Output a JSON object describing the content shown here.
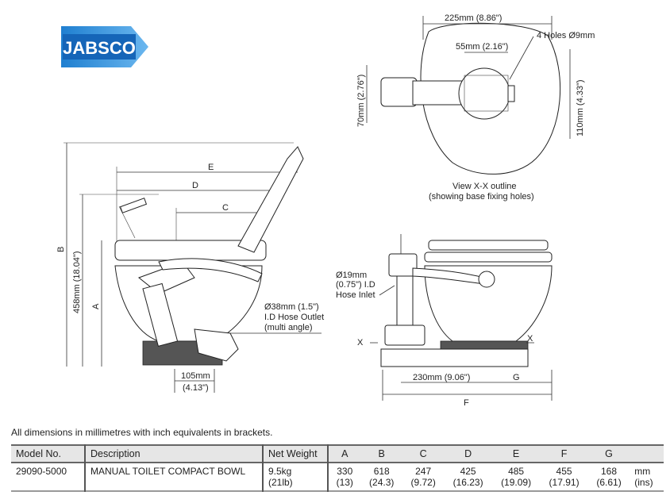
{
  "logo": {
    "text": "JABSCO",
    "color": "#1a6fc0"
  },
  "top_view": {
    "width_dim": "225mm (8.86\")",
    "holes": "4 Holes Ø9mm",
    "inner_dim": "55mm (2.16\")",
    "left_dim": "70mm (2.76\")",
    "right_dim": "110mm (4.33\")",
    "caption_1": "View X-X outline",
    "caption_2": "(showing base fixing holes)"
  },
  "side_view": {
    "E": "E",
    "D": "D",
    "C": "C",
    "B": "B",
    "A": "A",
    "height_dim": "458mm (18.04\")",
    "outlet_1": "Ø38mm (1.5\")",
    "outlet_2": "I.D Hose Outlet",
    "outlet_3": "(multi angle)",
    "base_1": "105mm",
    "base_2": "(4.13\")"
  },
  "front_view": {
    "inlet_1": "Ø19mm",
    "inlet_2": "(0.75\") I.D",
    "inlet_3": "Hose Inlet",
    "x_left": "X",
    "x_right": "X",
    "base_dim": "230mm (9.06\")",
    "G": "G",
    "F": "F"
  },
  "note": "All dimensions in millimetres with inch equivalents in brackets.",
  "table": {
    "headers": [
      "Model No.",
      "Description",
      "Net Weight",
      "A",
      "B",
      "C",
      "D",
      "E",
      "F",
      "G"
    ],
    "row": {
      "model": "29090-5000",
      "description": "MANUAL TOILET COMPACT BOWL",
      "weight_1": "9.5kg",
      "weight_2": "(21lb)",
      "mm": [
        "330",
        "618",
        "247",
        "425",
        "485",
        "455",
        "168"
      ],
      "ins": [
        "(13)",
        "(24.3)",
        "(9.72)",
        "(16.23)",
        "(19.09)",
        "(17.91)",
        "(6.61)"
      ],
      "unit_mm": "mm",
      "unit_ins": "(ins)"
    }
  }
}
